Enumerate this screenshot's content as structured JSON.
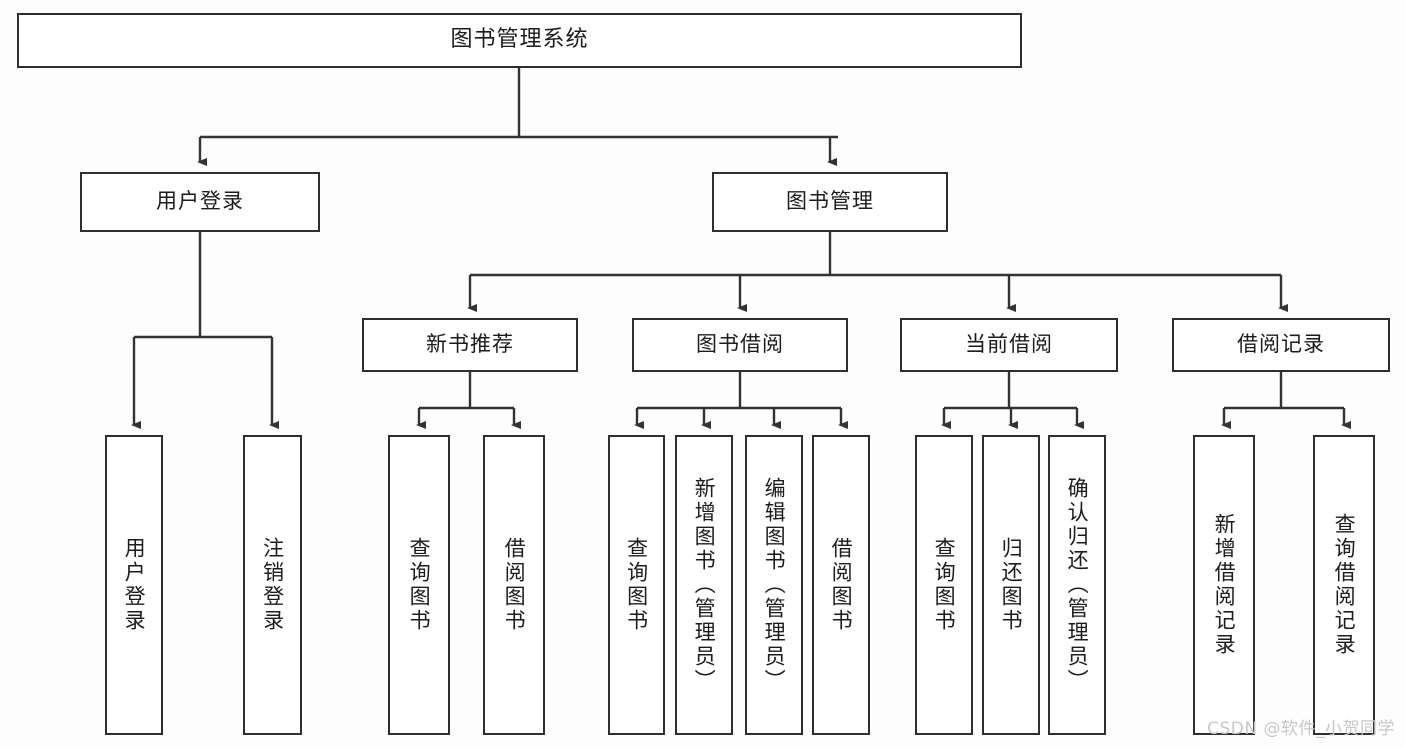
{
  "diagram": {
    "title": "图书管理系统",
    "type": "hierarchy-tree",
    "colors": {
      "background": "#fdfdfd",
      "box_fill": "#ffffff",
      "box_border": "#2f2f2f",
      "connector": "#333333",
      "text": "#1c1c1c",
      "watermark": "#c8c8c8"
    },
    "root": {
      "label": "图书管理系统"
    },
    "level2": [
      {
        "label": "用户登录"
      },
      {
        "label": "图书管理"
      }
    ],
    "level3": [
      {
        "label": "新书推荐"
      },
      {
        "label": "图书借阅"
      },
      {
        "label": "当前借阅"
      },
      {
        "label": "借阅记录"
      }
    ],
    "leaves": {
      "user_login": [
        {
          "label": "用户登录"
        },
        {
          "label": "注销登录"
        }
      ],
      "new_book": [
        {
          "label": "查询图书"
        },
        {
          "label": "借阅图书"
        }
      ],
      "book_borrow": [
        {
          "label": "查询图书"
        },
        {
          "label": "新增图书（管理员）"
        },
        {
          "label": "编辑图书（管理员）"
        },
        {
          "label": "借阅图书"
        }
      ],
      "current_borrow": [
        {
          "label": "查询图书"
        },
        {
          "label": "归还图书"
        },
        {
          "label": "确认归还（管理员）"
        }
      ],
      "borrow_record": [
        {
          "label": "新增借阅记录"
        },
        {
          "label": "查询借阅记录"
        }
      ]
    }
  },
  "watermark": {
    "text": "CSDN @软件_小贺同学"
  }
}
